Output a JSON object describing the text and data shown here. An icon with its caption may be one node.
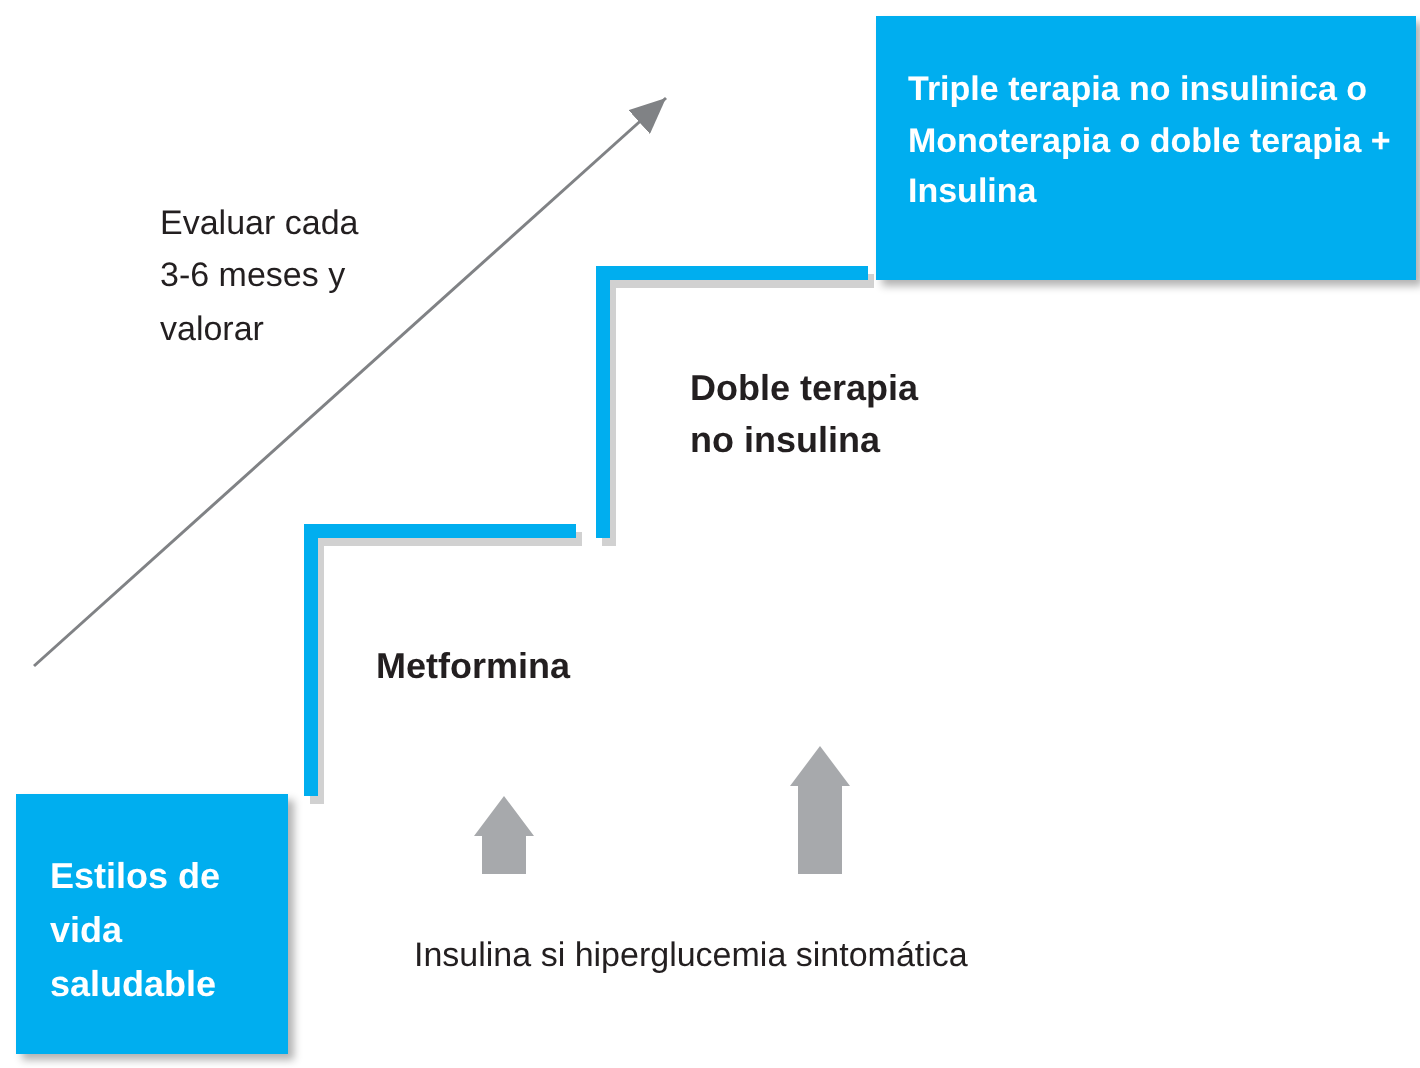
{
  "diagram": {
    "nodes": [
      {
        "text": [
          "Estilos de vida saludable"
        ]
      },
      {
        "text": [
          "Metformina"
        ]
      },
      {
        "text": [
          "Doble terapia no insulina"
        ]
      },
      {
        "text": [
          "Triple terapia no insulinica o Monoterapia o doble terapia + Insulina"
        ]
      }
    ],
    "labels": [
      "Evaluar cada 3-6 meses y valorar",
      "Insulina si hiperglucemia sintomática"
    ]
  }
}
